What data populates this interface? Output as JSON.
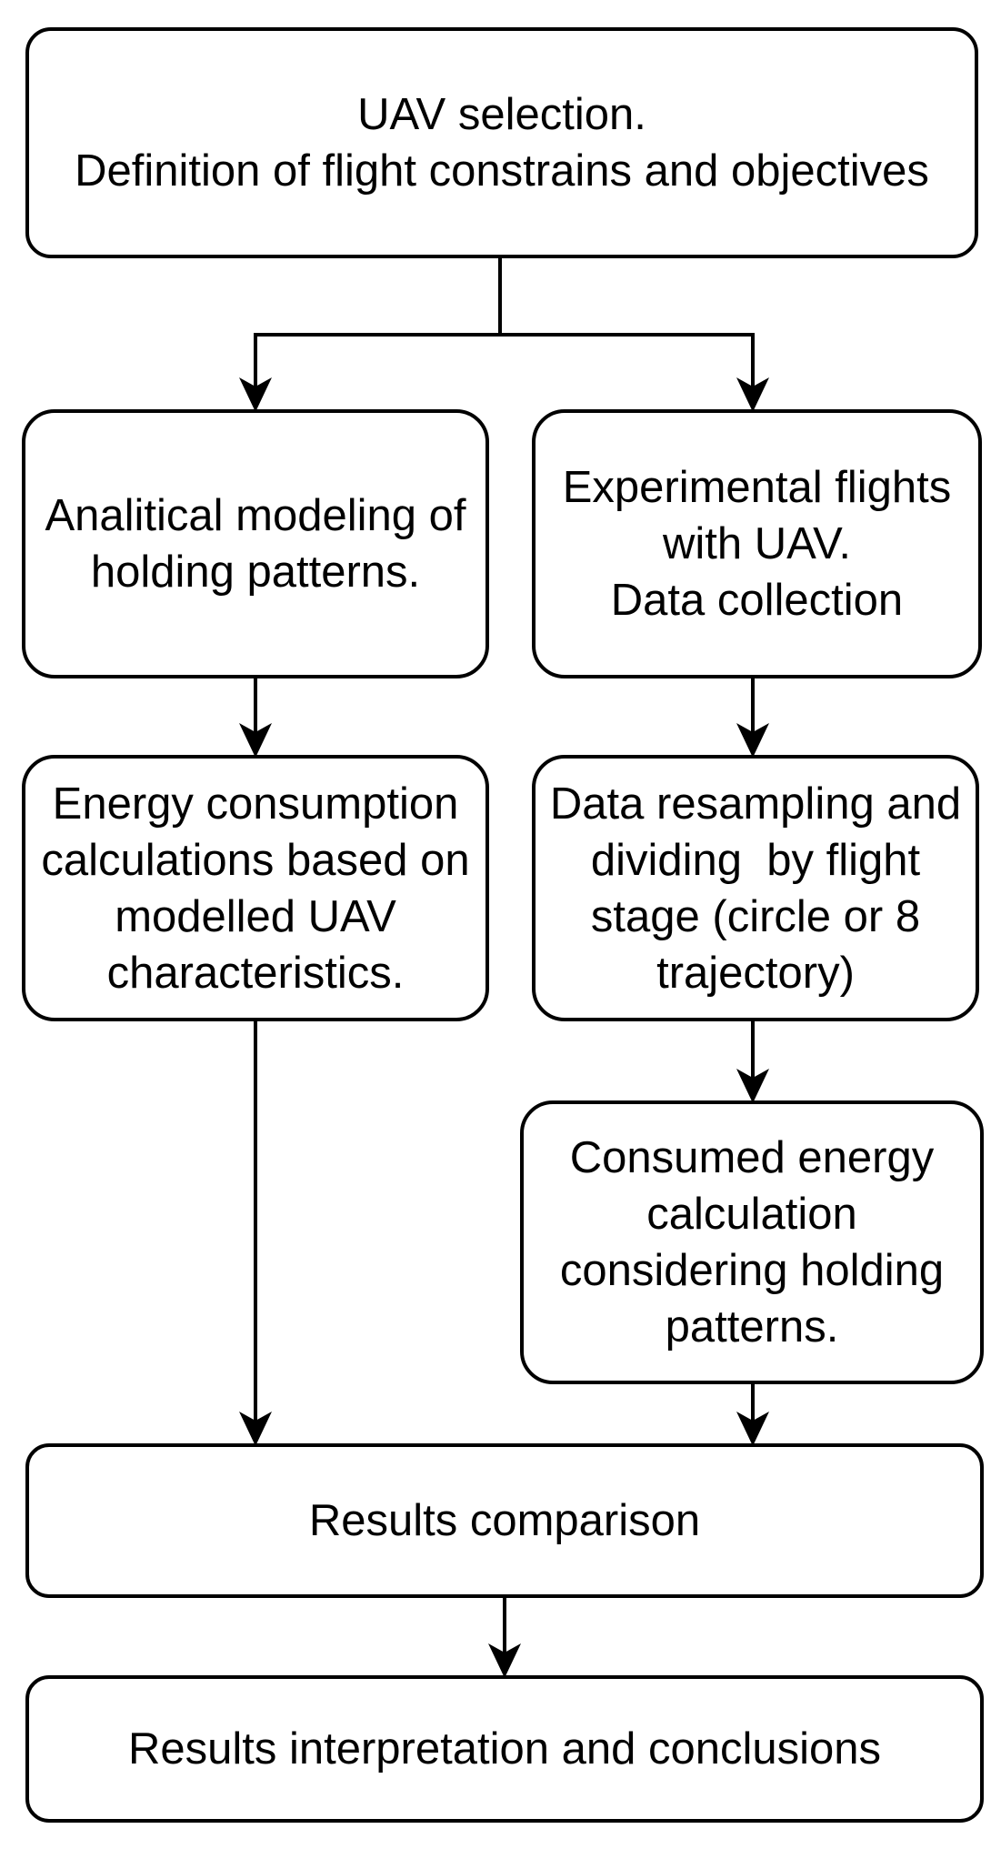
{
  "flowchart": {
    "nodes": {
      "uav_selection": {
        "text": "UAV selection.\nDefinition of flight constrains and objectives"
      },
      "analytical_modeling": {
        "text": "Analitical modeling of\nholding patterns."
      },
      "experimental_flights": {
        "text": "Experimental flights\nwith UAV.\nData collection"
      },
      "energy_consumption": {
        "text": "Energy consumption\ncalculations based on\nmodelled UAV\ncharacteristics."
      },
      "data_resampling": {
        "text": "Data resampling and\ndividing  by flight\nstage (circle or 8\ntrajectory)"
      },
      "consumed_energy": {
        "text": "Consumed energy\ncalculation\nconsidering holding\npatterns."
      },
      "results_comparison": {
        "text": "Results comparison"
      },
      "results_interpretation": {
        "text": "Results interpretation and conclusions"
      }
    },
    "edges": [
      {
        "from": "uav_selection",
        "to": "analytical_modeling"
      },
      {
        "from": "uav_selection",
        "to": "experimental_flights"
      },
      {
        "from": "analytical_modeling",
        "to": "energy_consumption"
      },
      {
        "from": "experimental_flights",
        "to": "data_resampling"
      },
      {
        "from": "data_resampling",
        "to": "consumed_energy"
      },
      {
        "from": "energy_consumption",
        "to": "results_comparison"
      },
      {
        "from": "consumed_energy",
        "to": "results_comparison"
      },
      {
        "from": "results_comparison",
        "to": "results_interpretation"
      }
    ],
    "colors": {
      "stroke": "#000000",
      "box_fill": "#ffffff",
      "text": "#000000",
      "background": "#ffffff"
    }
  }
}
